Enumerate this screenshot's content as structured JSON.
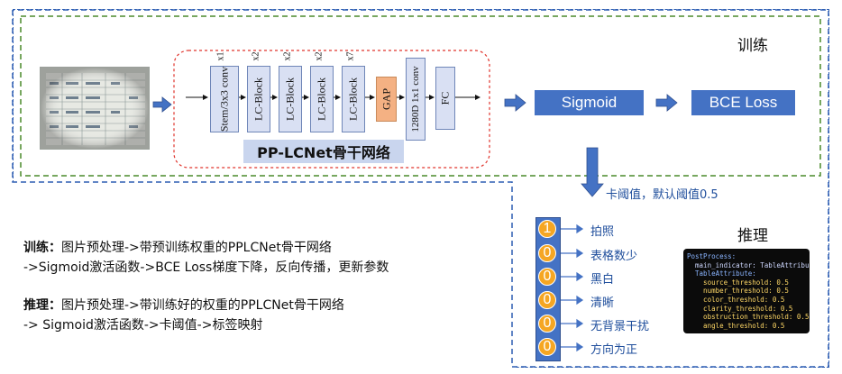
{
  "train_label": "训练",
  "infer_label": "推理",
  "network": {
    "title": "PP-LCNet骨干网络",
    "blocks": [
      {
        "label": "Stem/3x3 conv",
        "mult": "x1"
      },
      {
        "label": "LC-Block",
        "mult": "x2"
      },
      {
        "label": "LC-Block",
        "mult": "x2"
      },
      {
        "label": "LC-Block",
        "mult": "x2"
      },
      {
        "label": "LC-Block",
        "mult": "x7"
      },
      {
        "label": "GAP",
        "mult": ""
      },
      {
        "label": "1280D 1x1 conv",
        "mult": ""
      },
      {
        "label": "FC",
        "mult": ""
      }
    ]
  },
  "sigmoid_label": "Sigmoid",
  "bce_label": "BCE Loss",
  "threshold_label": "卡阈值，默认阈值0.5",
  "flags": [
    {
      "value": "1",
      "label": "拍照",
      "color": "#f5a623"
    },
    {
      "value": "0",
      "label": "表格数少",
      "color": "#f5a623"
    },
    {
      "value": "0",
      "label": "黑白",
      "color": "#f5a623"
    },
    {
      "value": "0",
      "label": "清晰",
      "color": "#f5a623"
    },
    {
      "value": "0",
      "label": "无背景干扰",
      "color": "#f5a623"
    },
    {
      "value": "0",
      "label": "方向为正",
      "color": "#f5a623"
    }
  ],
  "description": {
    "train_head": "训练：",
    "train_line1": "图片预处理->带预训练权重的PPLCNet骨干网络",
    "train_line2": "->Sigmoid激活函数->BCE Loss梯度下降，反向传播，更新参数",
    "infer_head": "推理：",
    "infer_line1": "图片预处理->带训练好的权重的PPLCNet骨干网络",
    "infer_line2": "-> Sigmoid激活函数->卡阈值->标签映射"
  },
  "config": {
    "lines": [
      "PostProcess:",
      "  main_indicator: TableAttribute",
      "  TableAttribute:",
      "    source_threshold: 0.5",
      "    number_threshold: 0.5",
      "    color_threshold: 0.5",
      "    clarity_threshold: 0.5",
      "    obstruction_threshold: 0.5",
      "    angle_threshold: 0.5"
    ]
  },
  "colors": {
    "accent_blue": "#4472c4",
    "green_dash": "#4a8a2a",
    "blue_dash": "#2f5fb3",
    "red_dash": "#e0342c",
    "block_fill": "#d9e0f3",
    "gap_fill": "#f4b183"
  }
}
